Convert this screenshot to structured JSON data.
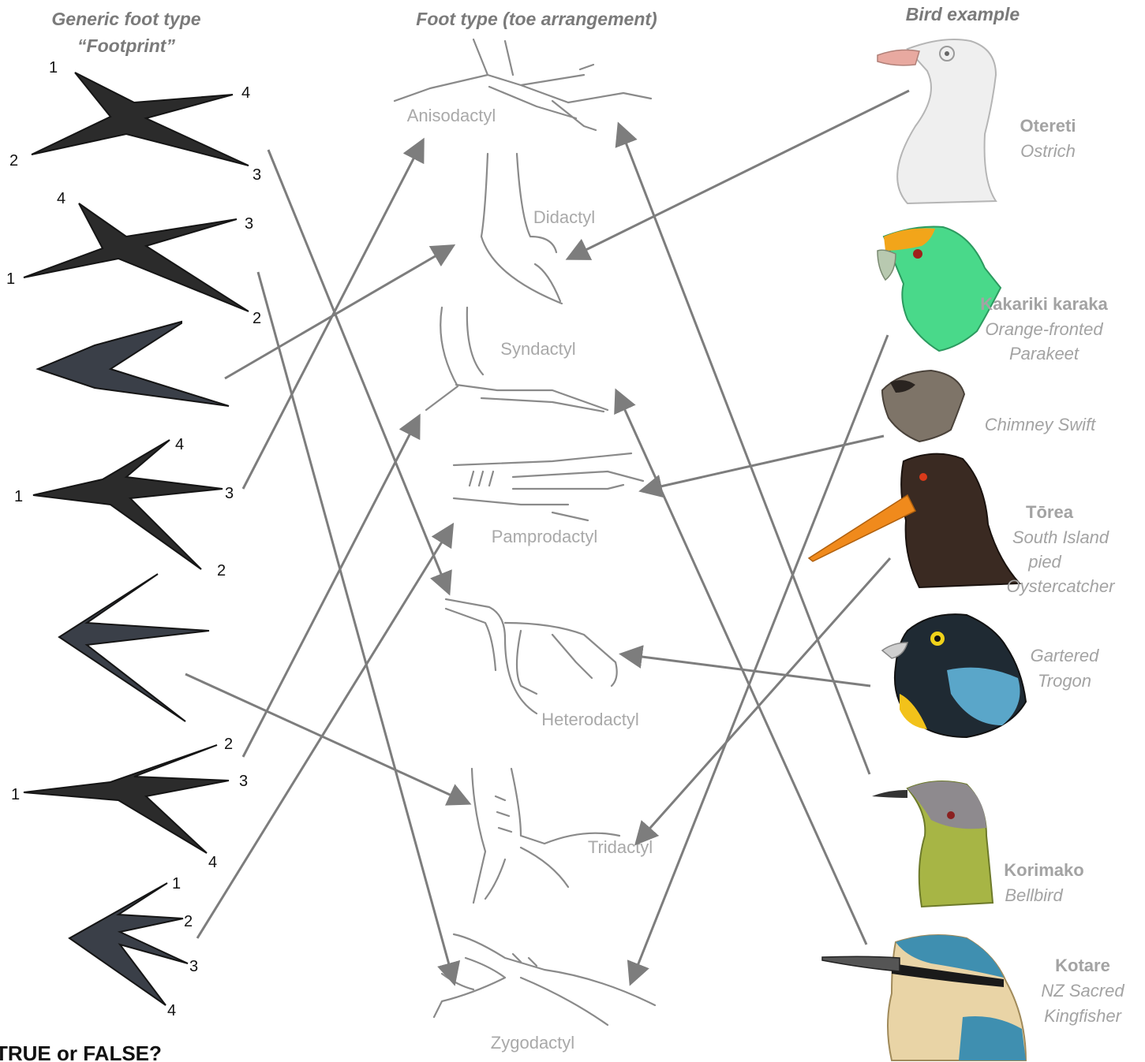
{
  "headers": {
    "generic_line1": "Generic foot type",
    "generic_line2": "“Footprint”",
    "foot_type": "Foot type (toe arrangement)",
    "bird_example": "Bird example"
  },
  "foot_types": [
    "Anisodactyl",
    "Didactyl",
    "Syndactyl",
    "Pamprodactyl",
    "Heterodactyl",
    "Tridactyl",
    "Zygodactyl"
  ],
  "footprints": [
    {
      "numbers": [
        "1",
        "4",
        "2",
        "3"
      ]
    },
    {
      "numbers": [
        "4",
        "3",
        "1",
        "2"
      ]
    },
    {
      "numbers": []
    },
    {
      "numbers": [
        "4",
        "1",
        "3",
        "2"
      ]
    },
    {
      "numbers": []
    },
    {
      "numbers": [
        "2",
        "1",
        "3",
        "4"
      ]
    },
    {
      "numbers": [
        "1",
        "2",
        "3",
        "4"
      ]
    }
  ],
  "birds": [
    {
      "name": "Otereti",
      "english": [
        "Ostrich"
      ],
      "colors": {
        "head": "#efefef",
        "beak": "#e8a9a0"
      }
    },
    {
      "name": "Kakariki karaka",
      "english": [
        "Orange-fronted",
        "Parakeet"
      ],
      "colors": {
        "head": "#49d98a",
        "crown": "#f2a51a",
        "beak": "#b8c9b0"
      }
    },
    {
      "name": "",
      "english": [
        "Chimney Swift"
      ],
      "colors": {
        "head": "#7e7468"
      }
    },
    {
      "name": "Tōrea",
      "english": [
        "South Island",
        "pied",
        "Oystercatcher"
      ],
      "colors": {
        "head": "#3a2a22",
        "beak": "#f08a1c"
      }
    },
    {
      "name": "",
      "english": [
        "Gartered",
        "Trogon"
      ],
      "colors": {
        "head": "#1f2a33",
        "breast": "#5aa6c9",
        "belly": "#f2c21a"
      }
    },
    {
      "name": "Korimako",
      "english": [
        "Bellbird"
      ],
      "colors": {
        "head": "#8e8a8e",
        "body": "#a7b545"
      }
    },
    {
      "name": "Kotare",
      "english": [
        "NZ Sacred",
        "Kingfisher"
      ],
      "colors": {
        "head": "#3f8fb0",
        "band": "#1a1a1a",
        "breast": "#e9d4a6"
      }
    }
  ],
  "question": "TRUE or FALSE?"
}
